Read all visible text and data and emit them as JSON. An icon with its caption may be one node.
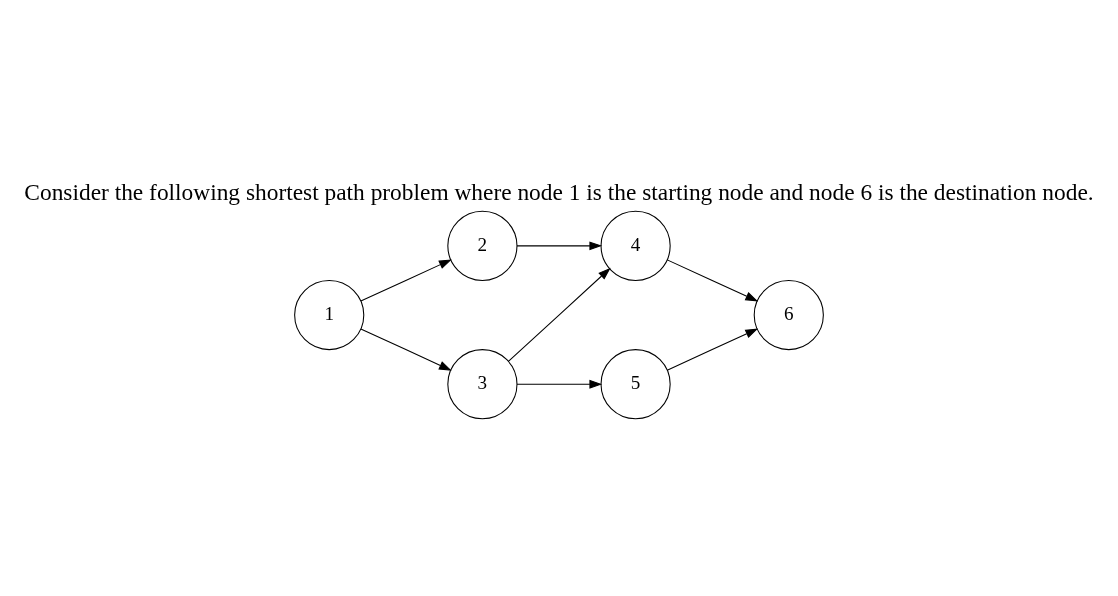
{
  "diagram": {
    "title": "Consider the following shortest path problem where node 1 is the starting node and node 6 is the destination node.",
    "nodes": [
      {
        "text": [
          "1"
        ]
      },
      {
        "text": [
          "2"
        ]
      },
      {
        "text": [
          "3"
        ]
      },
      {
        "text": [
          "4"
        ]
      },
      {
        "text": [
          "5"
        ]
      },
      {
        "text": [
          "6"
        ]
      }
    ],
    "edges": [
      {
        "from": 0,
        "to": 1,
        "arrow": "to"
      },
      {
        "from": 0,
        "to": 2,
        "arrow": "to"
      },
      {
        "from": 1,
        "to": 3,
        "arrow": "to"
      },
      {
        "from": 2,
        "to": 3,
        "arrow": "to"
      },
      {
        "from": 2,
        "to": 4,
        "arrow": "to"
      },
      {
        "from": 3,
        "to": 5,
        "arrow": "to"
      },
      {
        "from": 4,
        "to": 5,
        "arrow": "to"
      }
    ]
  }
}
